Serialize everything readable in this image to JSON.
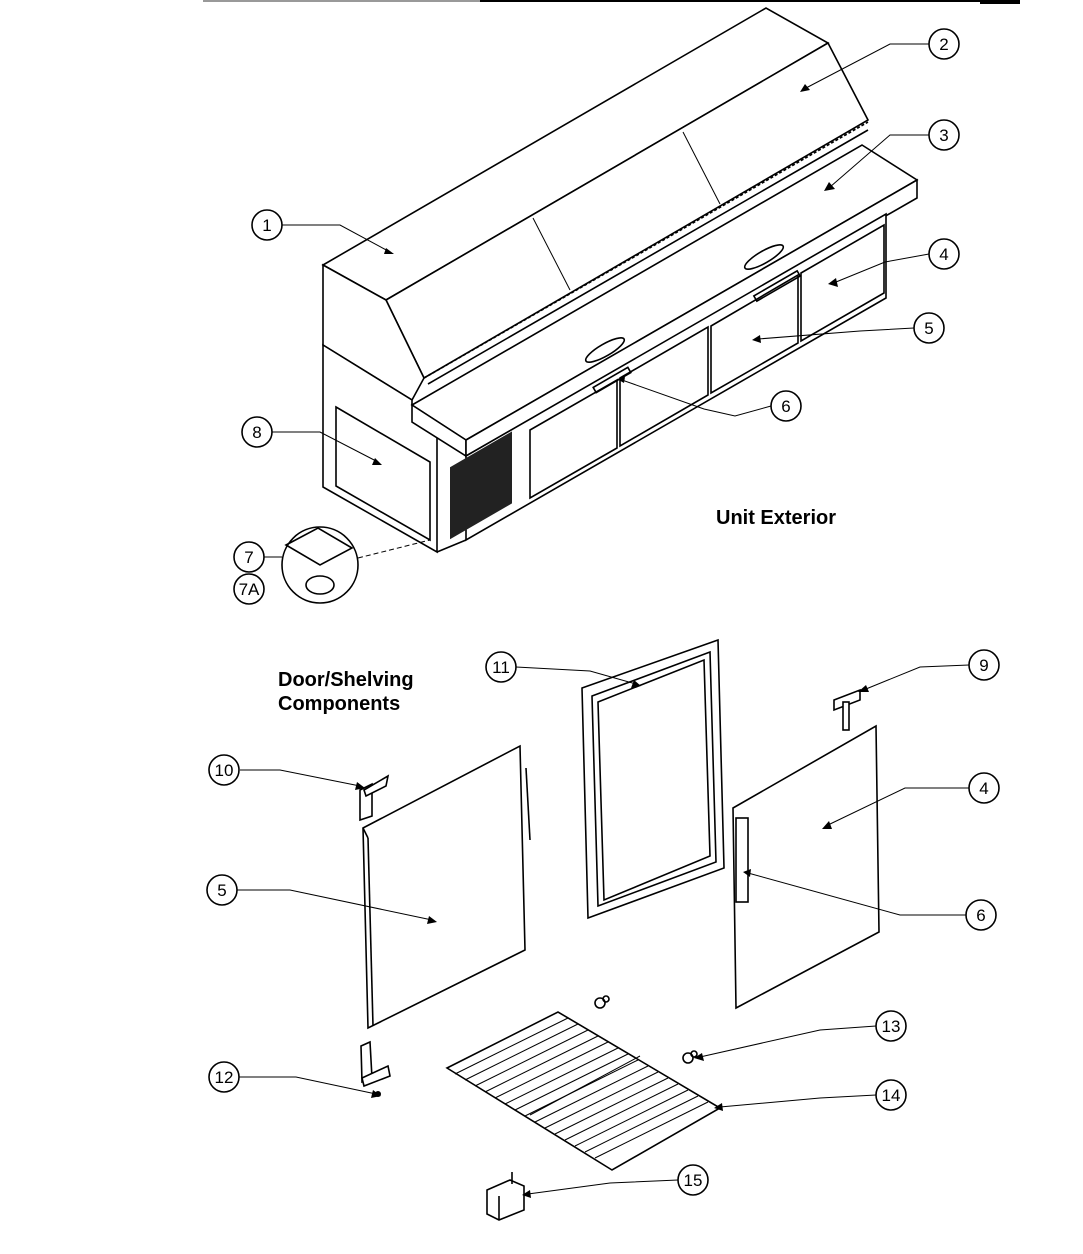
{
  "sections": {
    "exterior_title": "Unit Exterior",
    "door_title_line1": "Door/Shelving",
    "door_title_line2": "Components"
  },
  "callouts": {
    "c1": "1",
    "c2": "2",
    "c3": "3",
    "c4a": "4",
    "c5a": "5",
    "c6a": "6",
    "c7": "7",
    "c7a": "7A",
    "c8": "8",
    "c9": "9",
    "c10": "10",
    "c11": "11",
    "c4b": "4",
    "c5b": "5",
    "c6b": "6",
    "c12": "12",
    "c13": "13",
    "c14": "14",
    "c15": "15"
  }
}
